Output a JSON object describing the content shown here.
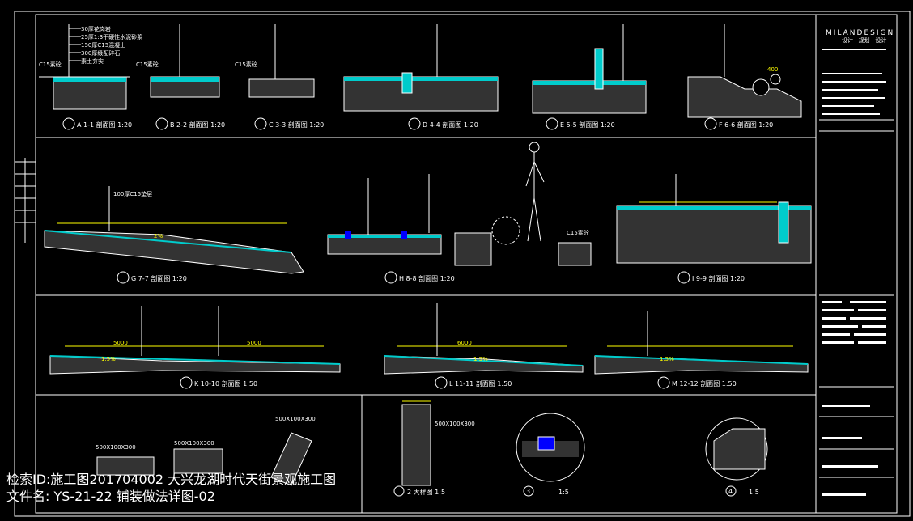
{
  "titleblock": {
    "brand": "MILANDESIGN",
    "brand_sub": "设计 · 规划 · 设计"
  },
  "sections": {
    "a1": "A 1-1 剖面图 1:20",
    "b2": "B 2-2 剖面图 1:20",
    "c3": "C 3-3 剖面图 1:20",
    "d4": "D 4-4 剖面图 1:20",
    "e5": "E 5-5 剖面图 1:20",
    "f6": "F 6-6 剖面图 1:20",
    "g7": "G 7-7 剖面图 1:20",
    "h8": "H 8-8 剖面图 1:20",
    "i9": "I 9-9 剖面图 1:20",
    "k10": "K 10-10 剖面图 1:50",
    "l11": "L 11-11 剖面图 1:50",
    "m12": "M 12-12 剖面图 1:50",
    "d2": "2 大样图 1:5",
    "d3": "3",
    "d3s": "1:5",
    "d4n": "4",
    "d4s": "1:5"
  },
  "dims": {
    "slope15a": "1.5%",
    "slope15b": "1.5%",
    "slope15c": "1.5%",
    "slope2": "2%",
    "d5000": "5000",
    "d5000b": "5000",
    "d6000": "6000",
    "d400": "400",
    "stone": "500X100X300",
    "stone2": "500X100X300",
    "stone3": "500X100X300",
    "stone4": "500X100X300",
    "c15": "C15素砼",
    "c15b": "C15素砼",
    "c15c": "C15素砼",
    "c15d": "C15素砼",
    "l1": "30厚花岗岩",
    "l2": "25厚1:3干硬性水泥砂浆",
    "l3": "150厚C15混凝土",
    "l4": "300厚级配碎石",
    "l5": "素土夯实",
    "l6": "100厚C15垫层"
  },
  "watermark": {
    "line1": "检索ID:施工图201704002 大兴龙湖时代天街景观施工图",
    "line2": "文件名: YS-21-22 铺装做法详图-02"
  }
}
